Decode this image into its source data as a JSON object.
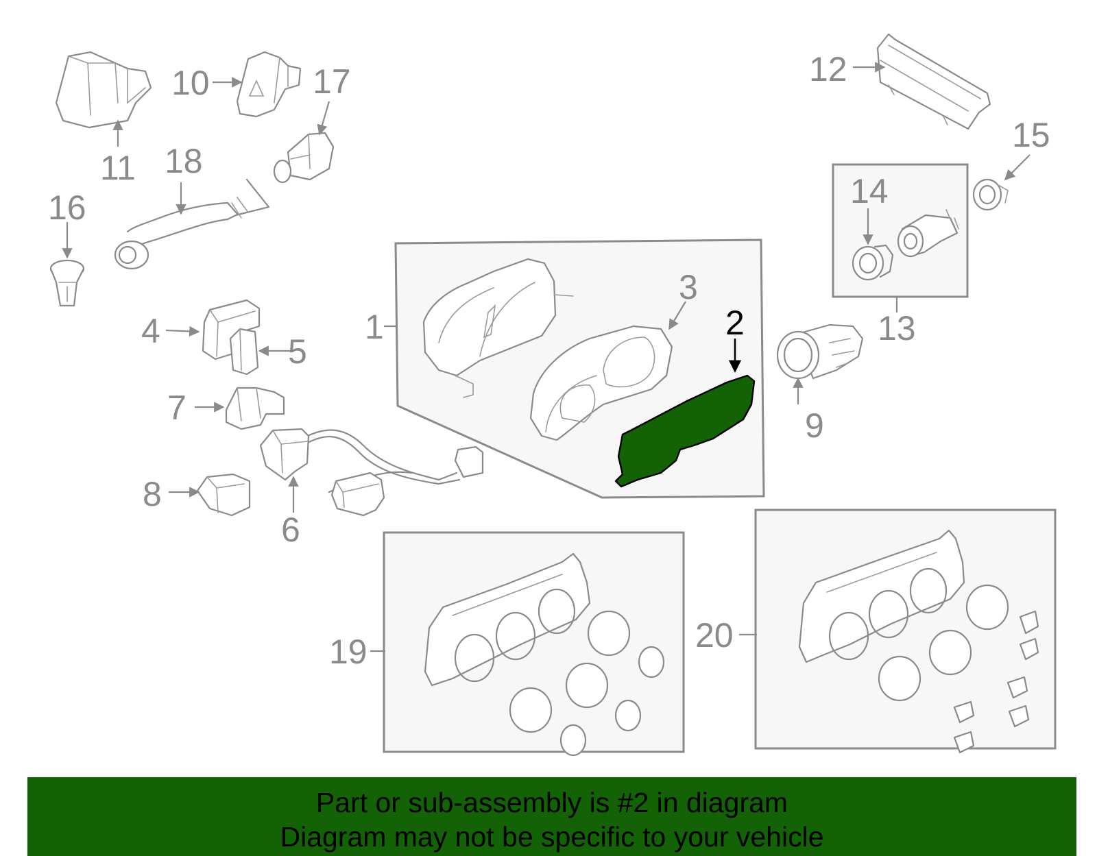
{
  "diagram": {
    "highlight_color": "#136206",
    "line_color": "#8a8a8a",
    "highlighted_part": "2",
    "callouts": {
      "c1": "1",
      "c2": "2",
      "c3": "3",
      "c4": "4",
      "c5": "5",
      "c6": "6",
      "c7": "7",
      "c8": "8",
      "c9": "9",
      "c10": "10",
      "c11": "11",
      "c12": "12",
      "c13": "13",
      "c14": "14",
      "c15": "15",
      "c16": "16",
      "c17": "17",
      "c18": "18",
      "c19": "19",
      "c20": "20"
    }
  },
  "banner": {
    "background": "#136206",
    "line1": "Part or sub-assembly is #2 in diagram",
    "line2": "Diagram may not be specific to your vehicle"
  }
}
